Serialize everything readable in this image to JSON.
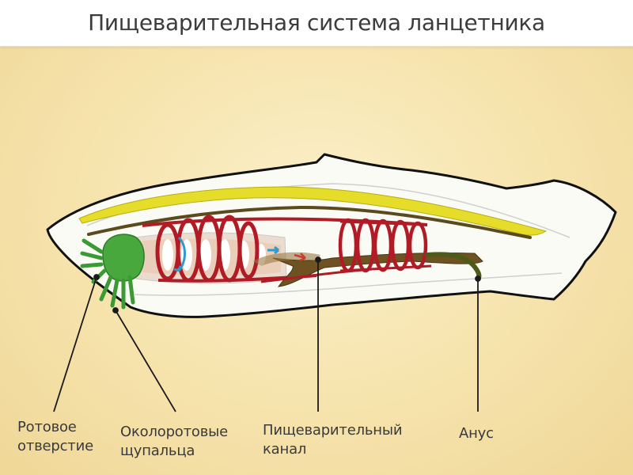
{
  "title": "Пищеварительная система ланцетника",
  "labels": {
    "mouth": {
      "line1": "Ротовое",
      "line2": "отверстие"
    },
    "tentacles": {
      "line1": "Околоротовые",
      "line2": "щупальца"
    },
    "canal": {
      "line1": "Пищеварительный",
      "line2": "канал"
    },
    "anus": {
      "line1": "Анус"
    }
  },
  "colors": {
    "body_outline": "#111111",
    "body_fill": "#fbfbf6",
    "notochord": "#e6dd2a",
    "nerve_cord": "#5b4a1e",
    "gill_arches": "#b11b26",
    "gut": "#6f5222",
    "pharynx_fill": "#e9c2a6",
    "tentacles": "#3b9a34",
    "water_arrows": "#2b9bd1",
    "pointer_lines": "#1a1a1a"
  }
}
